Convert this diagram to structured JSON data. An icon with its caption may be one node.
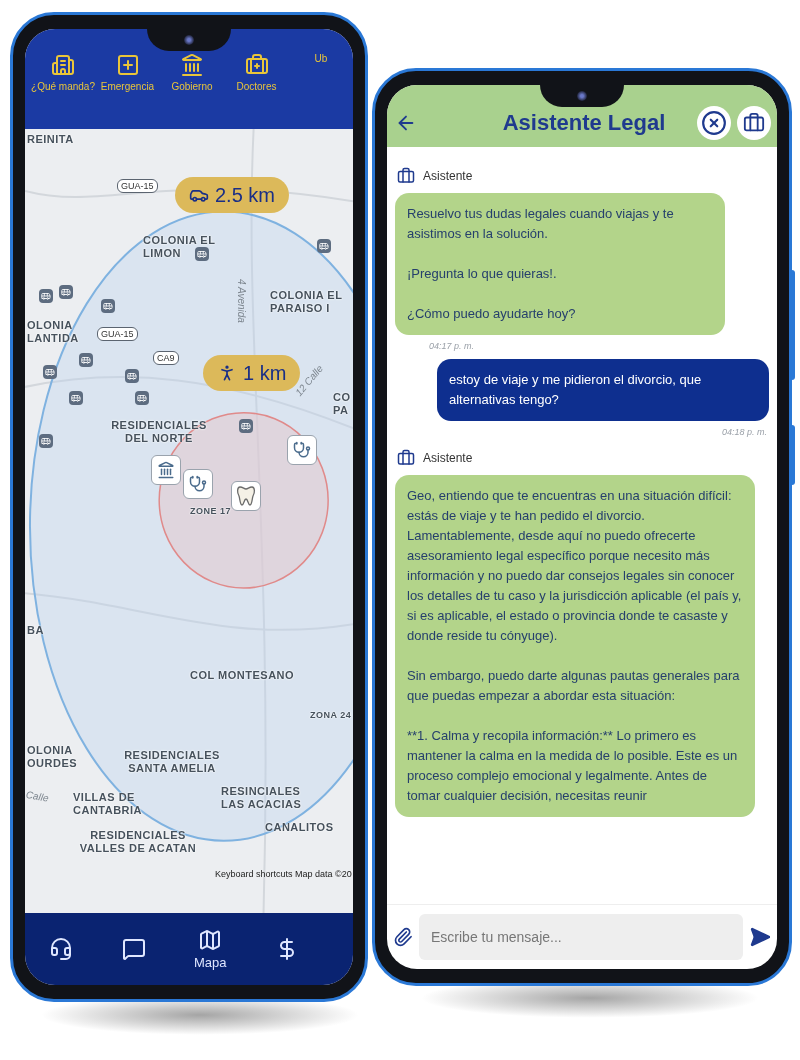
{
  "diagram": {
    "labels": [
      "¿Qué manda?",
      "Emergencia",
      "Gobierno",
      "Doctores",
      "Ub",
      "REINITA",
      "GUA-15",
      "2.5 km",
      "COLONIA EL LIMON",
      "4 Avenida",
      "COLONIA EL PARAISO I",
      "OLONIA LANTIDA",
      "GUA-15",
      "CA9",
      "1 km",
      "12 Calle",
      "CO PA",
      "RESIDENCIALES DEL NORTE",
      "ZONE 17",
      "BA",
      "COL MONTESANO",
      "ZONA 24",
      "OLONIA OURDES",
      "RESIDENCIALES SANTA AMELIA",
      "Calle",
      "VILLAS DE CANTABRIA",
      "RESINCIALES LAS ACACIAS",
      "CANALITOS",
      "RESIDENCIALES VALLES DE ACATAN",
      "Keyboard shortcuts",
      "Map data ©20",
      "Mapa",
      "Asistente Legal",
      "Asistente",
      "Resuelvo tus dudas legales cuando viajas y te asistimos en la solución.",
      "¡Pregunta lo que quieras!.",
      "¿Cómo puedo ayudarte hoy?",
      "04:17 p. m.",
      "estoy de viaje y me pidieron el divorcio, que alternativas tengo?",
      "04:18 p. m.",
      "Asistente",
      "Geo, entiendo que te encuentras en una situación difícil: estás de viaje y te han pedido el divorcio. Lamentablemente, desde aquí no puedo ofrecerte asesoramiento legal específico porque necesito más información y no puedo dar consejos legales sin conocer los detalles de tu caso y la jurisdicción aplicable (el país y, si es aplicable, el estado o provincia donde te casaste y donde reside tu cónyuge).",
      "Sin embargo, puedo darte algunas pautas generales para que puedas empezar a abordar esta situación:",
      "**1. Calma y recopila información:** Lo primero es mantener la calma en la medida de lo posible. Este es un proceso complejo emocional y legalmente. Antes de tomar cualquier decisión, necesitas reunir",
      "Escribe tu mensaje..."
    ]
  }
}
